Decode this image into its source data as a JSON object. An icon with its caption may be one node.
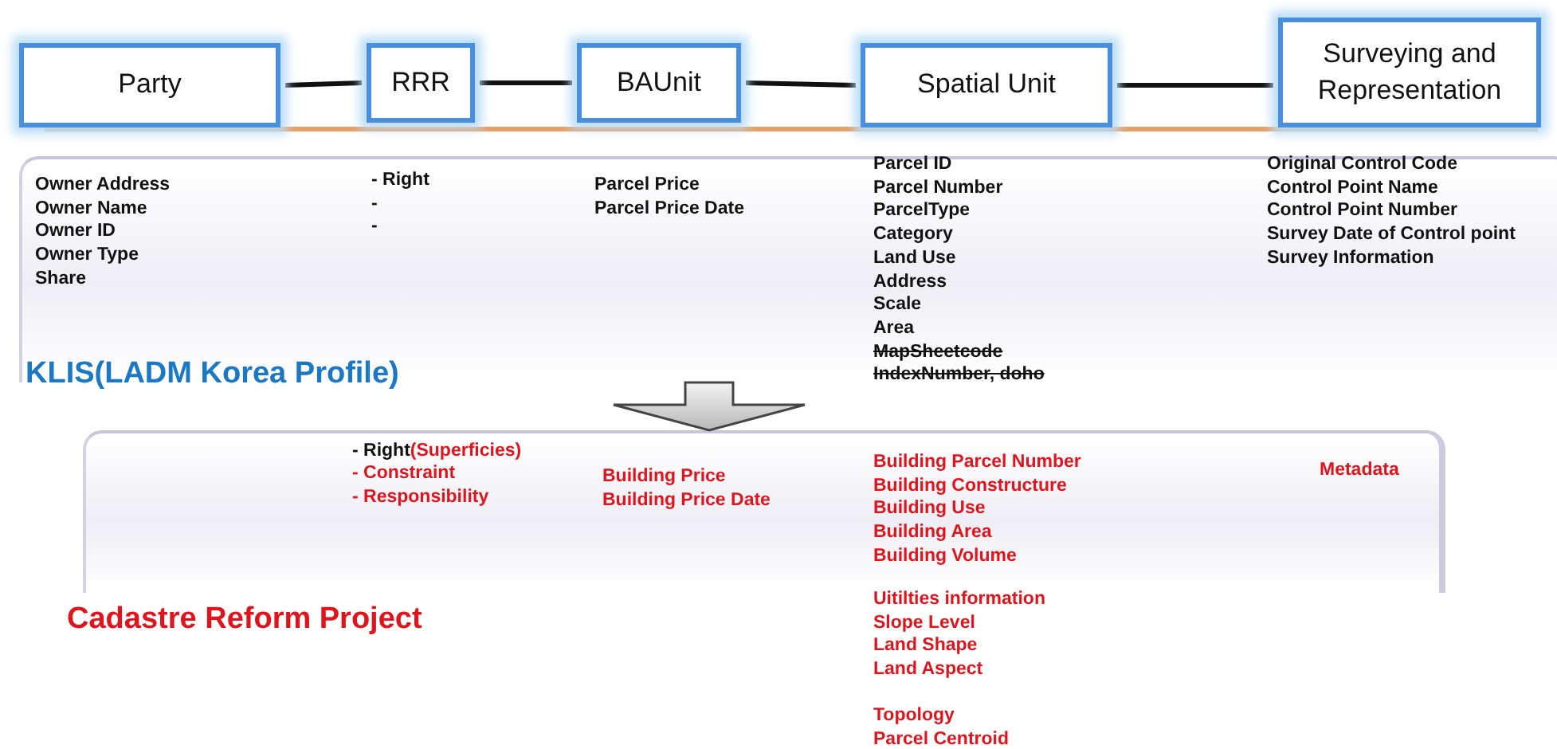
{
  "diagram": {
    "nodes": [
      {
        "text": [
          "Party"
        ]
      },
      {
        "text": [
          "RRR"
        ]
      },
      {
        "text": [
          "BAUnit"
        ]
      },
      {
        "text": [
          "Spatial Unit"
        ]
      },
      {
        "text": [
          "Surveying and Representation"
        ]
      },
      {
        "text": [
          "KLIS(LADM Korea Profile)"
        ]
      },
      {
        "text": [
          "Cadastre Reform Project"
        ]
      }
    ],
    "edges": [
      {
        "from": 0,
        "to": 1,
        "arrow": "none"
      },
      {
        "from": 1,
        "to": 2,
        "arrow": "none"
      },
      {
        "from": 2,
        "to": 3,
        "arrow": "none"
      },
      {
        "from": 3,
        "to": 4,
        "arrow": "none"
      },
      {
        "from": 5,
        "to": 6,
        "arrow": "to",
        "style": "thick"
      }
    ],
    "labels": [
      "Owner Address",
      "Owner Name",
      "Owner ID",
      "Owner Type",
      "Share",
      "- Right",
      "-",
      "-",
      "Parcel Price",
      "Parcel Price Date",
      "Parcel ID",
      "Parcel Number",
      "ParcelType",
      "Category",
      "Land Use",
      "Address",
      "Scale",
      "Area",
      "MapSheetcode",
      "IndexNumber, doho",
      "Original Control Code",
      "Control Point Name",
      "Control Point Number",
      "Survey Date of Control point",
      "Survey Information",
      "- Right",
      "(Superficies)",
      "- Constraint",
      "- Responsibility",
      "Building Price",
      "Building Price Date",
      "Building Parcel Number",
      "Building Constructure",
      "Building Use",
      "Building Area",
      "Building Volume",
      "Uitilties information",
      "Slope Level",
      "Land Shape",
      "Land Aspect",
      "Topology",
      "Parcel Centroid",
      "Metadata"
    ]
  }
}
